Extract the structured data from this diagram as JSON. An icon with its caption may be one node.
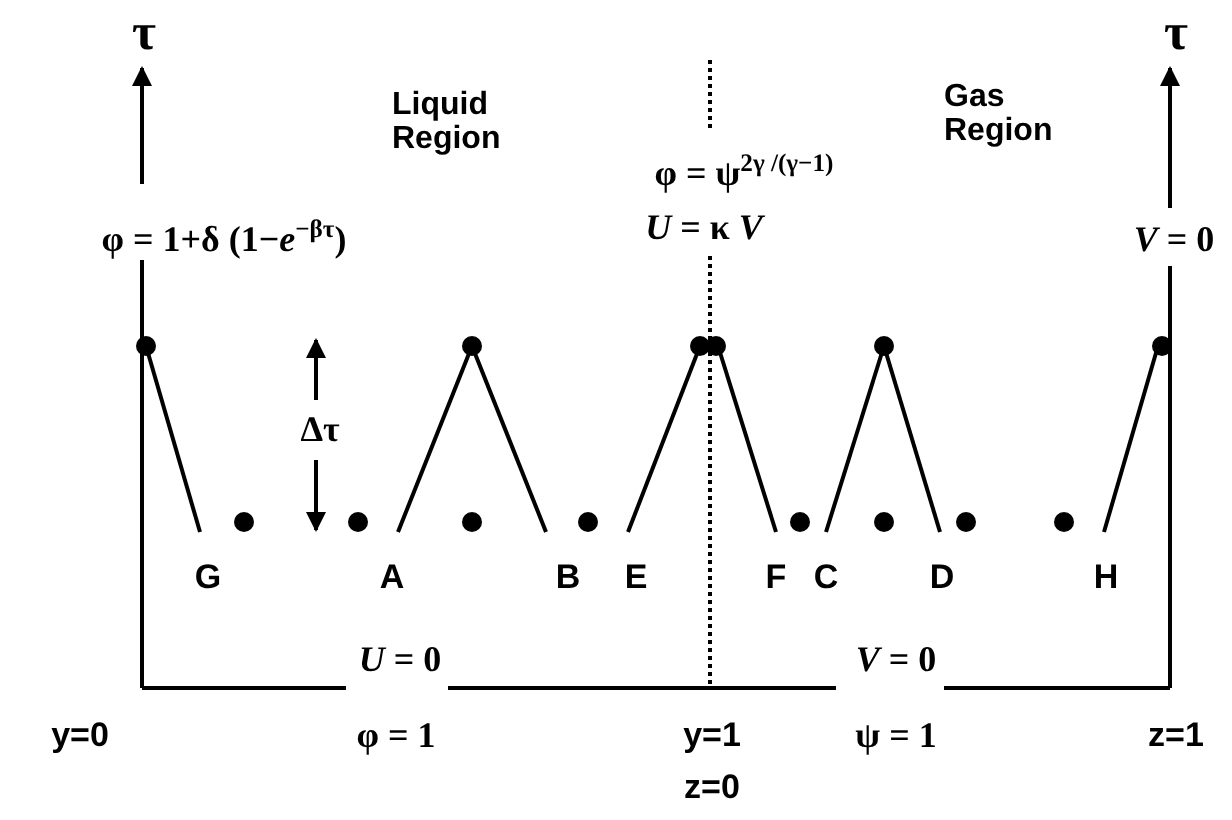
{
  "diagram": {
    "labels": [
      "τ",
      "τ",
      "Liquid Region",
      "Gas Region",
      "φ = ψ$^{2γ /(γ−1)}$",
      "φ = 1+δ (1−*e*$^{−βτ}$)",
      "*U* = κ *V*",
      "*V* = 0",
      "Δτ",
      "G",
      "A",
      "B",
      "E",
      "F",
      "C",
      "D",
      "H",
      "*U* = 0",
      "*V* = 0",
      "y=0",
      "φ = 1",
      "y=1",
      "ψ = 1",
      "z=1",
      "z=0"
    ]
  }
}
